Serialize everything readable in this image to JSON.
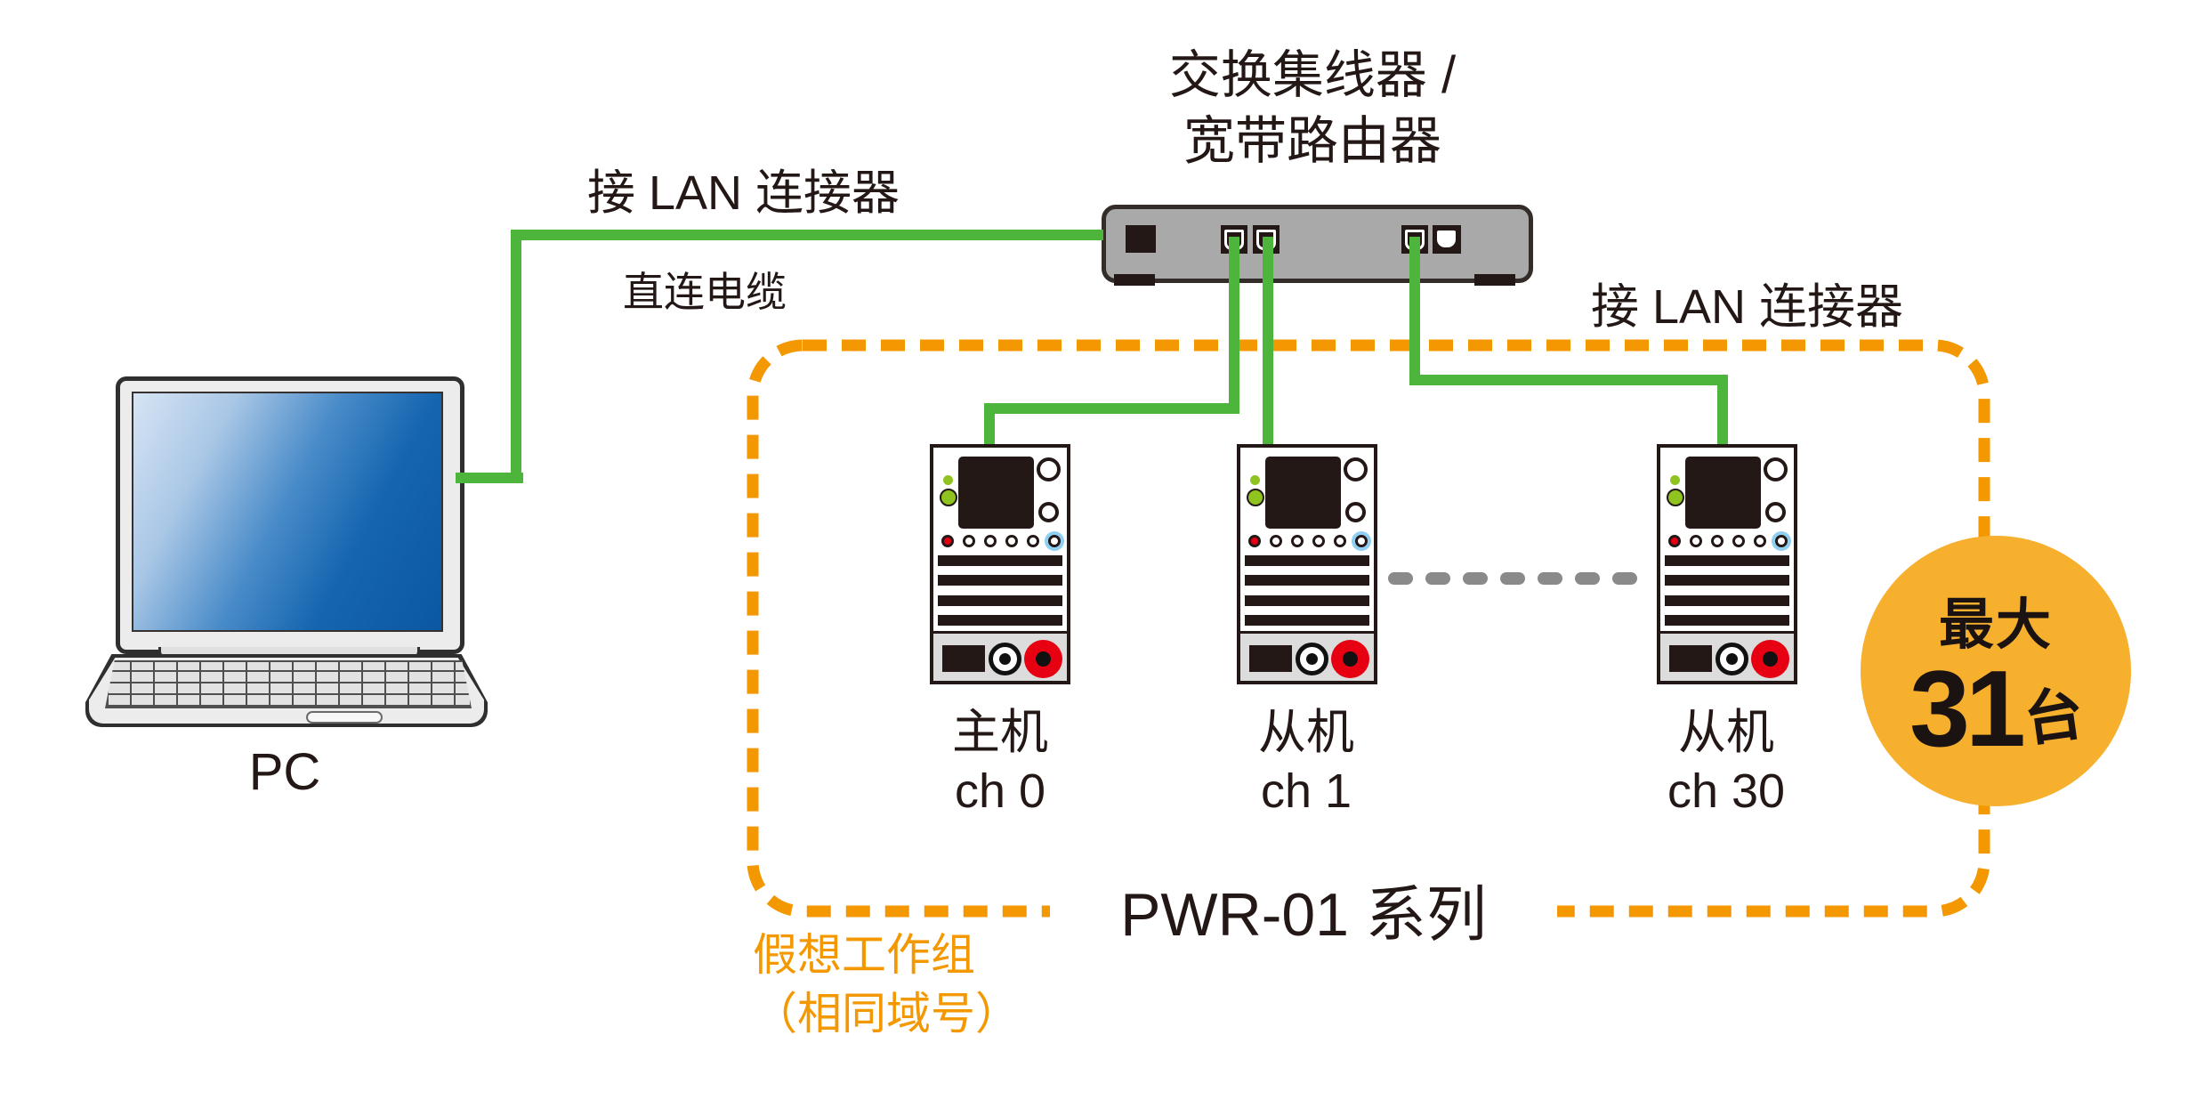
{
  "title": {
    "line1": "交换集线器 /",
    "line2": "宽带路由器"
  },
  "labels": {
    "lan_connector_left": "接 LAN 连接器",
    "straight_cable": "直连电缆",
    "lan_connector_right": "接 LAN 连接器",
    "pc": "PC",
    "series": "PWR-01 系列",
    "workgroup_line1": "假想工作组",
    "workgroup_line2": "（相同域号）"
  },
  "badge": {
    "line1": "最大",
    "number": "31",
    "unit": "台"
  },
  "devices": [
    {
      "role": "主机",
      "channel": "ch 0"
    },
    {
      "role": "从机",
      "channel": "ch 1"
    },
    {
      "role": "从机",
      "channel": "ch 30"
    }
  ],
  "colors": {
    "cable_green": "#4DB43C",
    "dash_orange": "#F39800",
    "badge_orange": "#F7B02E",
    "text_black": "#231815",
    "switch_gray": "#A9A9A9",
    "exp_gray": "#8A8A8A",
    "led_green": "#8FC31F",
    "accent_red": "#E60012"
  }
}
